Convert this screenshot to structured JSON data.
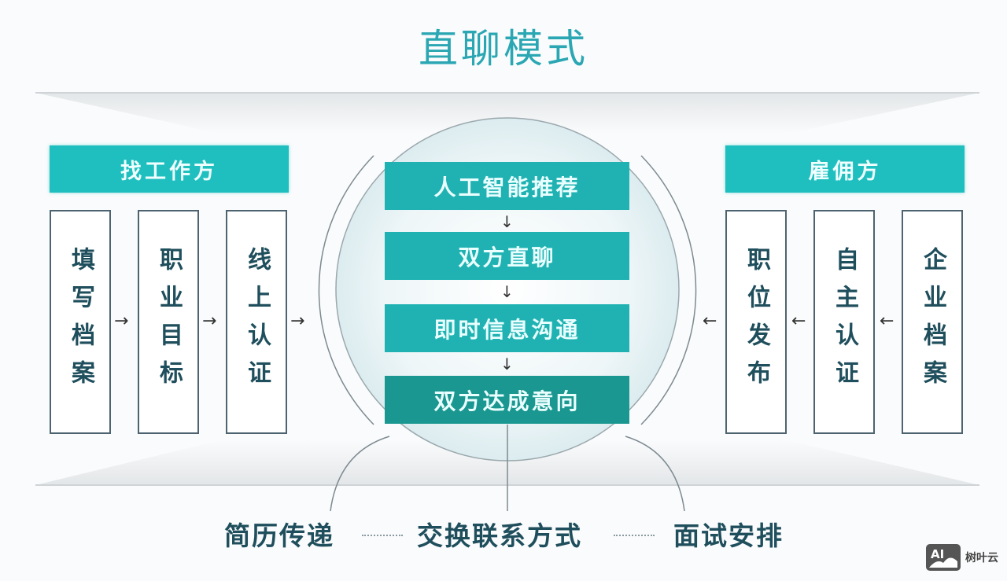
{
  "title": "直聊模式",
  "job_seeker": {
    "header": "找工作方",
    "steps": [
      "填写档案",
      "职业目标",
      "线上认证"
    ],
    "arrow": "→"
  },
  "employer": {
    "header": "雇佣方",
    "steps": [
      "职位发布",
      "自主认证",
      "企业档案"
    ],
    "arrow": "←"
  },
  "center_flow": {
    "steps": [
      "人工智能推荐",
      "双方直聊",
      "即时信息沟通",
      "双方达成意向"
    ],
    "arrow": "↓"
  },
  "outcomes": [
    "简历传递",
    "交换联系方式",
    "面试安排"
  ],
  "colors": {
    "accent": "#1fbfbf",
    "accent_dark": "#1a9790",
    "title": "#2aa7b3",
    "text_dark": "#1f4e5c"
  },
  "watermark": {
    "icon": "ai-image-icon",
    "icon_text": "AI",
    "label": "树叶云"
  }
}
